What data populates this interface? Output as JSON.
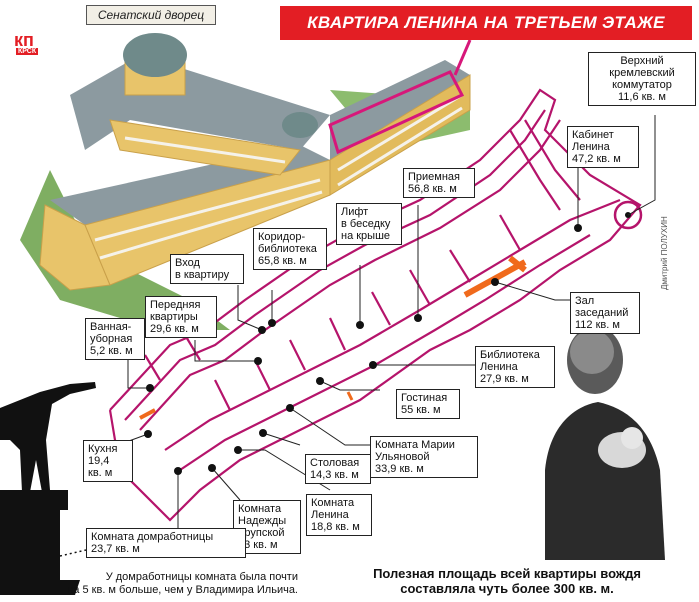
{
  "building_tag": "Сенатский дворец",
  "logo": {
    "main": "кп",
    "sub": "КРСК"
  },
  "banner": "КВАРТИРА ЛЕНИНА НА ТРЕТЬЕМ ЭТАЖЕ",
  "credit": "Дмитрий ПОЛУХИН",
  "rooms": [
    {
      "id": "switchboard",
      "text": "Верхний\nкремлевский\nкоммутатор\n11,6 кв. м"
    },
    {
      "id": "cabinet",
      "text": "Кабинет\nЛенина\n47,2 кв. м"
    },
    {
      "id": "reception",
      "text": "Приемная\n56,8 кв. м"
    },
    {
      "id": "lift",
      "text": "Лифт\nв беседку\nна крыше"
    },
    {
      "id": "corridor",
      "text": "Коридор-\nбиблиотека\n65,8 кв. м"
    },
    {
      "id": "entrance",
      "text": "Вход\nв квартиру"
    },
    {
      "id": "front",
      "text": "Передняя\nквартиры\n29,6 кв. м"
    },
    {
      "id": "bath",
      "text": "Ванная-\nуборная\n5,2 кв. м"
    },
    {
      "id": "hall",
      "text": "Зал\nзаседаний\n112 кв. м"
    },
    {
      "id": "library",
      "text": "Библиотека\nЛенина\n27,9 кв. м"
    },
    {
      "id": "living",
      "text": "Гостиная\n55 кв. м"
    },
    {
      "id": "maria",
      "text": "Комната Марии\nУльяновой\n33,9 кв. м"
    },
    {
      "id": "kitchen",
      "text": "Кухня\n19,4\nкв. м"
    },
    {
      "id": "dining",
      "text": "Столовая\n14,3 кв. м"
    },
    {
      "id": "lenin",
      "text": "Комната\nЛенина\n18,8 кв. м"
    },
    {
      "id": "krupskaya",
      "text": "Комната\nНадежды\nКрупской\n23 кв. м"
    },
    {
      "id": "maid",
      "text": "Комната домработницы\n23,7 кв. м"
    }
  ],
  "note_left": "У домработницы комната была почти\nна 5 кв. м больше, чем у Владимира Ильича.",
  "note_right": "Полезная площадь всей квартиры вождя\nсоставляла чуть более 300 кв. м.",
  "colors": {
    "banner": "#e31e24",
    "plan_line": "#b5146b",
    "facade": "#e8c46a",
    "roof": "#8c9aa0",
    "accent": "#f06a1c"
  }
}
